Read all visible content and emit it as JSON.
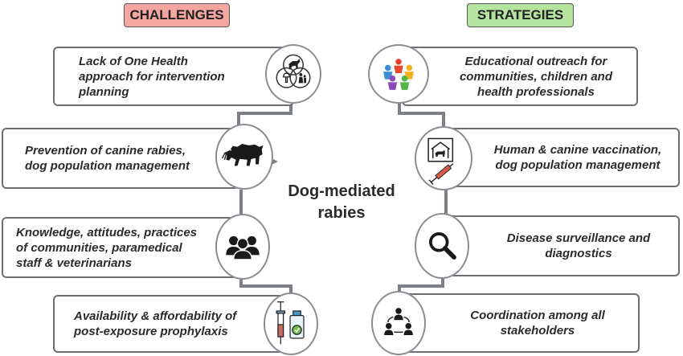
{
  "headers": {
    "challenges": "CHALLENGES",
    "strategies": "STRATEGIES"
  },
  "center": {
    "line1": "Dog-mediated",
    "line2": "rabies"
  },
  "challenges": [
    {
      "lines": [
        "Lack of One Health",
        "approach for intervention",
        "planning"
      ],
      "icon": "one-health-icon"
    },
    {
      "lines": [
        "Prevention of canine rabies,",
        "dog population management"
      ],
      "icon": "rabid-dog-icon"
    },
    {
      "lines": [
        "Knowledge, attitudes, practices",
        "of communities, paramedical",
        "staff & veterinarians"
      ],
      "icon": "people-group-icon"
    },
    {
      "lines": [
        "Availability & affordability of",
        "post-exposure prophylaxis"
      ],
      "icon": "vaccine-vial-icon"
    }
  ],
  "strategies": [
    {
      "lines": [
        "Educational outreach for",
        "communities, children and",
        "health professionals"
      ],
      "icon": "community-circle-icon"
    },
    {
      "lines": [
        "Human & canine vaccination,",
        "dog population management"
      ],
      "icon": "dog-shelter-syringe-icon"
    },
    {
      "lines": [
        "Disease surveillance and",
        "diagnostics"
      ],
      "icon": "magnifier-icon"
    },
    {
      "lines": [
        "Coordination among all",
        "stakeholders"
      ],
      "icon": "network-people-icon"
    }
  ],
  "colors": {
    "challenges_header": "#f4a6a0",
    "strategies_header": "#b5e3a0",
    "box_border": "#6b6e73",
    "connector": "#7d8086"
  }
}
